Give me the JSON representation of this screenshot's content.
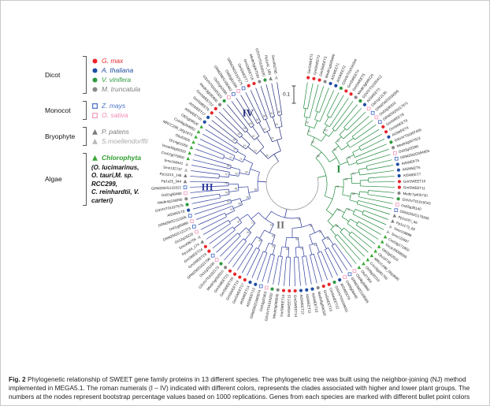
{
  "caption": {
    "label": "Fig. 2",
    "text": " Phylogenetic relationship of SWEET gene family proteins in 13 different species. The phylogenetic tree was built using the neighbor-joining (NJ) method implemented in MEGA5.1. The roman numerals (I – IV) indicated with different colors, represents the clades associated with higher and lower plant groups. The numbers at the nodes represent bootstrap percentage values based on 1000 replications. Genes from each species are marked with different bullet point colors"
  },
  "scale_label": "0.1",
  "markers": {
    "Gmax": {
      "shape": "circle",
      "fill": "#e8262a"
    },
    "Atha": {
      "shape": "circle",
      "fill": "#1f4da1"
    },
    "Vvin": {
      "shape": "circle",
      "fill": "#2e9a3f"
    },
    "Mtru": {
      "shape": "circle",
      "fill": "#8a8a8a"
    },
    "Zmay": {
      "shape": "square",
      "stroke": "#4f74c9"
    },
    "Osat": {
      "shape": "square",
      "stroke": "#f2a0c0"
    },
    "Ppat": {
      "shape": "triangle",
      "fill": "#7b7b7b"
    },
    "Smoe": {
      "shape": "triangle",
      "fill": "#b8b8b8"
    },
    "Algae": {
      "shape": "triangle",
      "fill": "#3aaa35"
    }
  },
  "legend": {
    "groups": [
      {
        "name": "Dicot",
        "items": [
          {
            "label": "G. max",
            "species": "Gmax",
            "text_color": "#e8262a"
          },
          {
            "label": "A. thaliana",
            "species": "Atha",
            "text_color": "#1f4da1"
          },
          {
            "label": "V. vinifera",
            "species": "Vvin",
            "text_color": "#2e9a3f"
          },
          {
            "label": "M. truncatula",
            "species": "Mtru",
            "text_color": "#808080"
          }
        ]
      },
      {
        "name": "Monocot",
        "items": [
          {
            "label": "Z. mays",
            "species": "Zmay",
            "text_color": "#4f74c9"
          },
          {
            "label": "O. sativa",
            "species": "Osat",
            "text_color": "#f08ab4"
          }
        ]
      },
      {
        "name": "Bryophyte",
        "items": [
          {
            "label": "P. patens",
            "species": "Ppat",
            "text_color": "#7b7b7b"
          },
          {
            "label": "S.moellendorffii",
            "species": "Smoe",
            "text_color": "#a9a9a9"
          }
        ]
      },
      {
        "name": "Algae",
        "items": [
          {
            "label": "Chlorophyta",
            "species": "Algae",
            "text_color": "#2f9e2f",
            "bold": true
          }
        ],
        "note_lines": [
          "(O. lucimarinus,",
          "O. tauri,M. sp. RCC299,",
          "C. reinhardtii, V. carteri)"
        ]
      }
    ]
  },
  "clade_labels": [
    {
      "label": "I",
      "color": "#1f8a3c",
      "angle": -18,
      "radius": 62
    },
    {
      "label": "II",
      "color": "#6f6f6f",
      "angle": 106,
      "radius": 54
    },
    {
      "label": "III",
      "color": "#2e3d9e",
      "angle": 178,
      "radius": 108
    },
    {
      "label": "IV",
      "color": "#232d7a",
      "angle": 238,
      "radius": 106
    }
  ],
  "bootstrap_values": [
    "99",
    "100",
    "87",
    "72",
    "64",
    "55",
    "92",
    "81",
    "68",
    "45",
    "78",
    "96",
    "58",
    "70",
    "88",
    "63",
    "51",
    "97",
    "74",
    "66",
    "84",
    "59",
    "91",
    "49"
  ],
  "chart_data": {
    "type": "radial_phylogenetic_tree",
    "scale": "0.1",
    "clades": [
      {
        "name": "I",
        "branch_color": "#1f8a3c",
        "leaves": [
          [
            "GmSWEET1",
            "Gmax"
          ],
          [
            "GmSWEET2",
            "Gmax"
          ],
          [
            "GmSWEET3",
            "Gmax"
          ],
          [
            "Medtr1g028460",
            "Mtru"
          ],
          [
            "AtSWEET1",
            "Atha"
          ],
          [
            "AtSWEET2",
            "Atha"
          ],
          [
            "GSVIVT01034344",
            "Vvin"
          ],
          [
            "GmSWEET4",
            "Gmax"
          ],
          [
            "GmSWEET5",
            "Gmax"
          ],
          [
            "Medtr3g089125",
            "Mtru"
          ],
          [
            "GSVIVT01000412",
            "Vvin"
          ],
          [
            "AtSWEET3",
            "Atha"
          ],
          [
            "Os01g12130",
            "Osat"
          ],
          [
            "GRMZM2G039365",
            "Zmay"
          ],
          [
            "Os02g30910",
            "Osat"
          ],
          [
            "GRMZM2G017971",
            "Zmay"
          ],
          [
            "GmSWEET8",
            "Gmax"
          ],
          [
            "GmSWEET9",
            "Gmax"
          ],
          [
            "AtSWEET4",
            "Atha"
          ],
          [
            "GSVIVT01007455",
            "Vvin"
          ],
          [
            "Medtr6g007623",
            "Mtru"
          ],
          [
            "Os03g22590",
            "Osat"
          ],
          [
            "GRMZM2G094955",
            "Zmay"
          ],
          [
            "AtSWEET5",
            "Atha"
          ],
          [
            "AtSWEET6",
            "Atha"
          ],
          [
            "AtSWEET7",
            "Atha"
          ],
          [
            "GmSWEET10",
            "Gmax"
          ],
          [
            "GmSWEET11",
            "Gmax"
          ],
          [
            "Medtr7g405730",
            "Mtru"
          ],
          [
            "GSVIVT01019543",
            "Vvin"
          ],
          [
            "Os05g35140",
            "Osat"
          ],
          [
            "GRMZM2G179349",
            "Zmay"
          ],
          [
            "Pp1s107_66",
            "Ppat"
          ],
          [
            "Pp1s173_69",
            "Ppat"
          ],
          [
            "Smo118899",
            "Smoe"
          ],
          [
            "Smo122997",
            "Smoe"
          ],
          [
            "Cre03g171850",
            "Algae"
          ],
          [
            "Vocar20008059",
            "Algae"
          ],
          [
            "Ot03g02510",
            "Algae"
          ],
          [
            "Olu16734",
            "Algae"
          ],
          [
            "MRCC299_06g3690",
            "Algae"
          ],
          [
            "Cre16g681750",
            "Algae"
          ],
          [
            "Ot09g00310",
            "Algae"
          ],
          [
            "Olu27304",
            "Algae"
          ]
        ]
      },
      {
        "name": "II",
        "branch_color": "#2e3d9e",
        "leaves": [
          [
            "Os08g39890",
            "Osat"
          ],
          [
            "GRMZM2G168365",
            "Zmay"
          ],
          [
            "Os09g08440",
            "Osat"
          ],
          [
            "AtSWEET9",
            "Atha"
          ],
          [
            "GSVIVT01038011",
            "Vvin"
          ],
          [
            "GmSWEET12",
            "Gmax"
          ],
          [
            "GmSWEET13",
            "Gmax"
          ],
          [
            "Medtr8g096320",
            "Mtru"
          ],
          [
            "AtSWEET10",
            "Atha"
          ],
          [
            "AtSWEET11",
            "Atha"
          ],
          [
            "AtSWEET12",
            "Atha"
          ],
          [
            "GmSWEET14",
            "Gmax"
          ],
          [
            "GmSWEET15",
            "Gmax"
          ],
          [
            "GmSWEET16",
            "Gmax"
          ],
          [
            "Medtr3g098930",
            "Mtru"
          ],
          [
            "GSVIVT01015202",
            "Vvin"
          ],
          [
            "Os03g20363",
            "Osat"
          ],
          [
            "GRMZM2G060974",
            "Zmay"
          ],
          [
            "AtSWEET13",
            "Atha"
          ],
          [
            "AtSWEET14",
            "Atha"
          ],
          [
            "GmSWEET17",
            "Gmax"
          ],
          [
            "GmSWEET19",
            "Gmax"
          ],
          [
            "GmSWEET20",
            "Gmax"
          ],
          [
            "GmSWEET21",
            "Gmax"
          ],
          [
            "Medtr5g092810",
            "Mtru"
          ],
          [
            "GSVIVT01032173",
            "Vvin"
          ],
          [
            "Os11g31190",
            "Osat"
          ],
          [
            "GRMZM2G021706",
            "Zmay"
          ],
          [
            "GmSWEET23",
            "Gmax"
          ],
          [
            "GmSWEET24",
            "Gmax"
          ],
          [
            "Pp1s64_174",
            "Ppat"
          ],
          [
            "Smo438755",
            "Smoe"
          ]
        ]
      },
      {
        "name": "III",
        "branch_color": "#2e3d9e",
        "leaves": [
          [
            "Os12g29220",
            "Osat"
          ],
          [
            "GRMZM2G121373",
            "Zmay"
          ],
          [
            "Os01g65880",
            "Osat"
          ],
          [
            "GRMZM2G111926",
            "Zmay"
          ],
          [
            "AtSWEET8",
            "Atha"
          ],
          [
            "GSVIVT01027575",
            "Vvin"
          ],
          [
            "Medtr4g106990",
            "Mtru"
          ],
          [
            "Os01g50460",
            "Osat"
          ],
          [
            "GRMZM2G133322",
            "Zmay"
          ],
          [
            "Pp1s25_344",
            "Ppat"
          ],
          [
            "Pp1s210_148",
            "Ppat"
          ],
          [
            "Smo132737",
            "Smoe"
          ],
          [
            "Smo158441",
            "Smoe"
          ],
          [
            "Cre02g079500",
            "Algae"
          ],
          [
            "Vocar59g00320",
            "Algae"
          ],
          [
            "Ot14g01050",
            "Algae"
          ],
          [
            "Olu42606",
            "Algae"
          ],
          [
            "MRCC299_02g1870",
            "Algae"
          ],
          [
            "Cre06g264850",
            "Algae"
          ],
          [
            "Ot01g06620",
            "Algae"
          ]
        ]
      },
      {
        "name": "IV",
        "branch_color": "#232d7a",
        "leaves": [
          [
            "AtSWEET16",
            "Atha"
          ],
          [
            "AtSWEET17",
            "Atha"
          ],
          [
            "GmSWEET6",
            "Gmax"
          ],
          [
            "GmSWEET22",
            "Gmax"
          ],
          [
            "Medtr3g080990",
            "Mtru"
          ],
          [
            "GSVIVT01025322",
            "Vvin"
          ],
          [
            "Os01g42090",
            "Osat"
          ],
          [
            "GRMZM2G106462",
            "Zmay"
          ],
          [
            "Os05g51090",
            "Osat"
          ],
          [
            "GRMZM2G157675",
            "Zmay"
          ],
          [
            "GmSWEET7",
            "Gmax"
          ],
          [
            "GmSWEET18",
            "Gmax"
          ],
          [
            "Medtr5g067530",
            "Mtru"
          ],
          [
            "GSVIVT01009330",
            "Vvin"
          ],
          [
            "Pp1s41_180",
            "Ppat"
          ],
          [
            "Smo402705",
            "Smoe"
          ]
        ]
      }
    ]
  }
}
